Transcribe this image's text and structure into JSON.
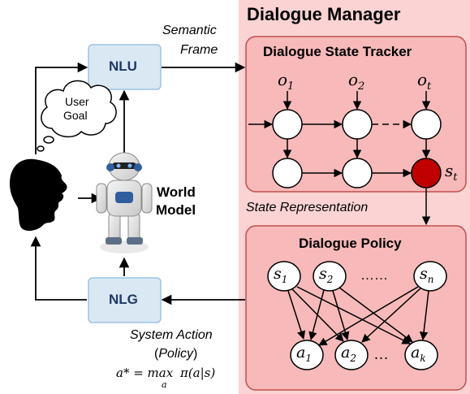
{
  "dialogue_manager": {
    "title": "Dialogue Manager",
    "state_tracker": {
      "title": "Dialogue State Tracker",
      "observations": [
        "o",
        "o",
        "o"
      ],
      "observation_subs": [
        "1",
        "2",
        "t"
      ],
      "state_label": "s",
      "state_sub": "t"
    },
    "state_representation_label": "State Representation",
    "policy": {
      "title": "Dialogue Policy",
      "states": [
        {
          "base": "s",
          "sub": "1"
        },
        {
          "base": "s",
          "sub": "2"
        },
        {
          "base": "s",
          "sub": "n"
        }
      ],
      "states_ellipsis": "……",
      "actions": [
        {
          "base": "a",
          "sub": "1"
        },
        {
          "base": "a",
          "sub": "2"
        },
        {
          "base": "a",
          "sub": "k"
        }
      ],
      "actions_ellipsis": "…"
    }
  },
  "nlu": {
    "label": "NLU"
  },
  "nlg": {
    "label": "NLG"
  },
  "semantic_frame": {
    "line1": "Semantic",
    "line2": "Frame"
  },
  "user_goal": {
    "line1": "User",
    "line2": "Goal"
  },
  "world_model": {
    "line1": "World",
    "line2": "Model"
  },
  "system_action": {
    "line1": "System Action",
    "line2_prefix": "(",
    "line2_italic": "Policy",
    "line2_suffix": ")",
    "formula_left": "a* = max",
    "formula_under": "a",
    "formula_right": "π(a|s)"
  },
  "colors": {
    "manager_bg": "#fbd3d3",
    "tracker_bg": "#f7b9b9",
    "box_border": "#c0504d",
    "nlu_nlg_bg": "#dae8f4",
    "nlu_nlg_border": "#9dc3e6",
    "state_node": "#c00000"
  },
  "icons": [
    "user-head-silhouette-icon",
    "robot-icon",
    "thought-cloud-icon"
  ]
}
